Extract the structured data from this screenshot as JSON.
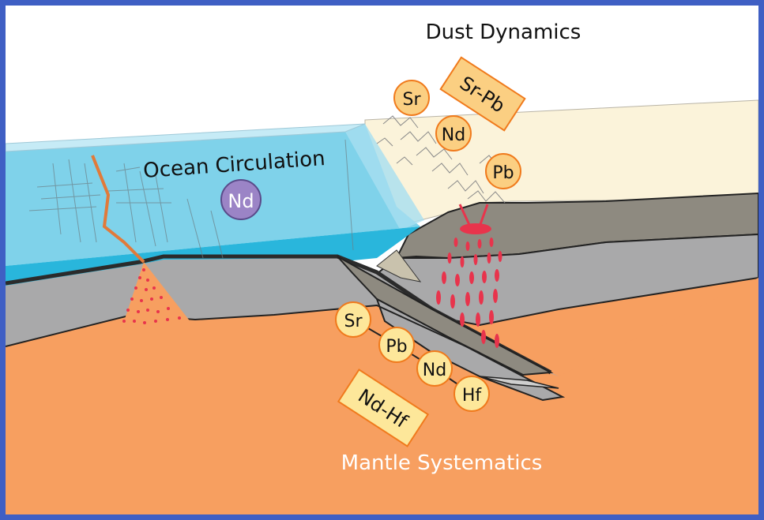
{
  "labels": {
    "dust_dynamics": "Dust Dynamics",
    "ocean_circulation": "Ocean Circulation",
    "mantle_systematics": "Mantle Systematics"
  },
  "tags": {
    "sr_pb": "Sr-Pb",
    "nd_hf": "Nd-Hf"
  },
  "isotopes": {
    "dust": [
      "Sr",
      "Nd",
      "Pb"
    ],
    "ocean": "Nd",
    "mantle": [
      "Sr",
      "Pb",
      "Nd",
      "Hf"
    ]
  },
  "colors": {
    "ocean": "#7fd2ea",
    "mantle": "#f79f60",
    "crust": "#a9a9aa",
    "land": "#fbf3da",
    "magma": "#e8344c",
    "badge": "#fbcf82",
    "badge_border": "#f07a1c",
    "tag": "#fde79a",
    "nd_ocean": "#9b84c6"
  }
}
